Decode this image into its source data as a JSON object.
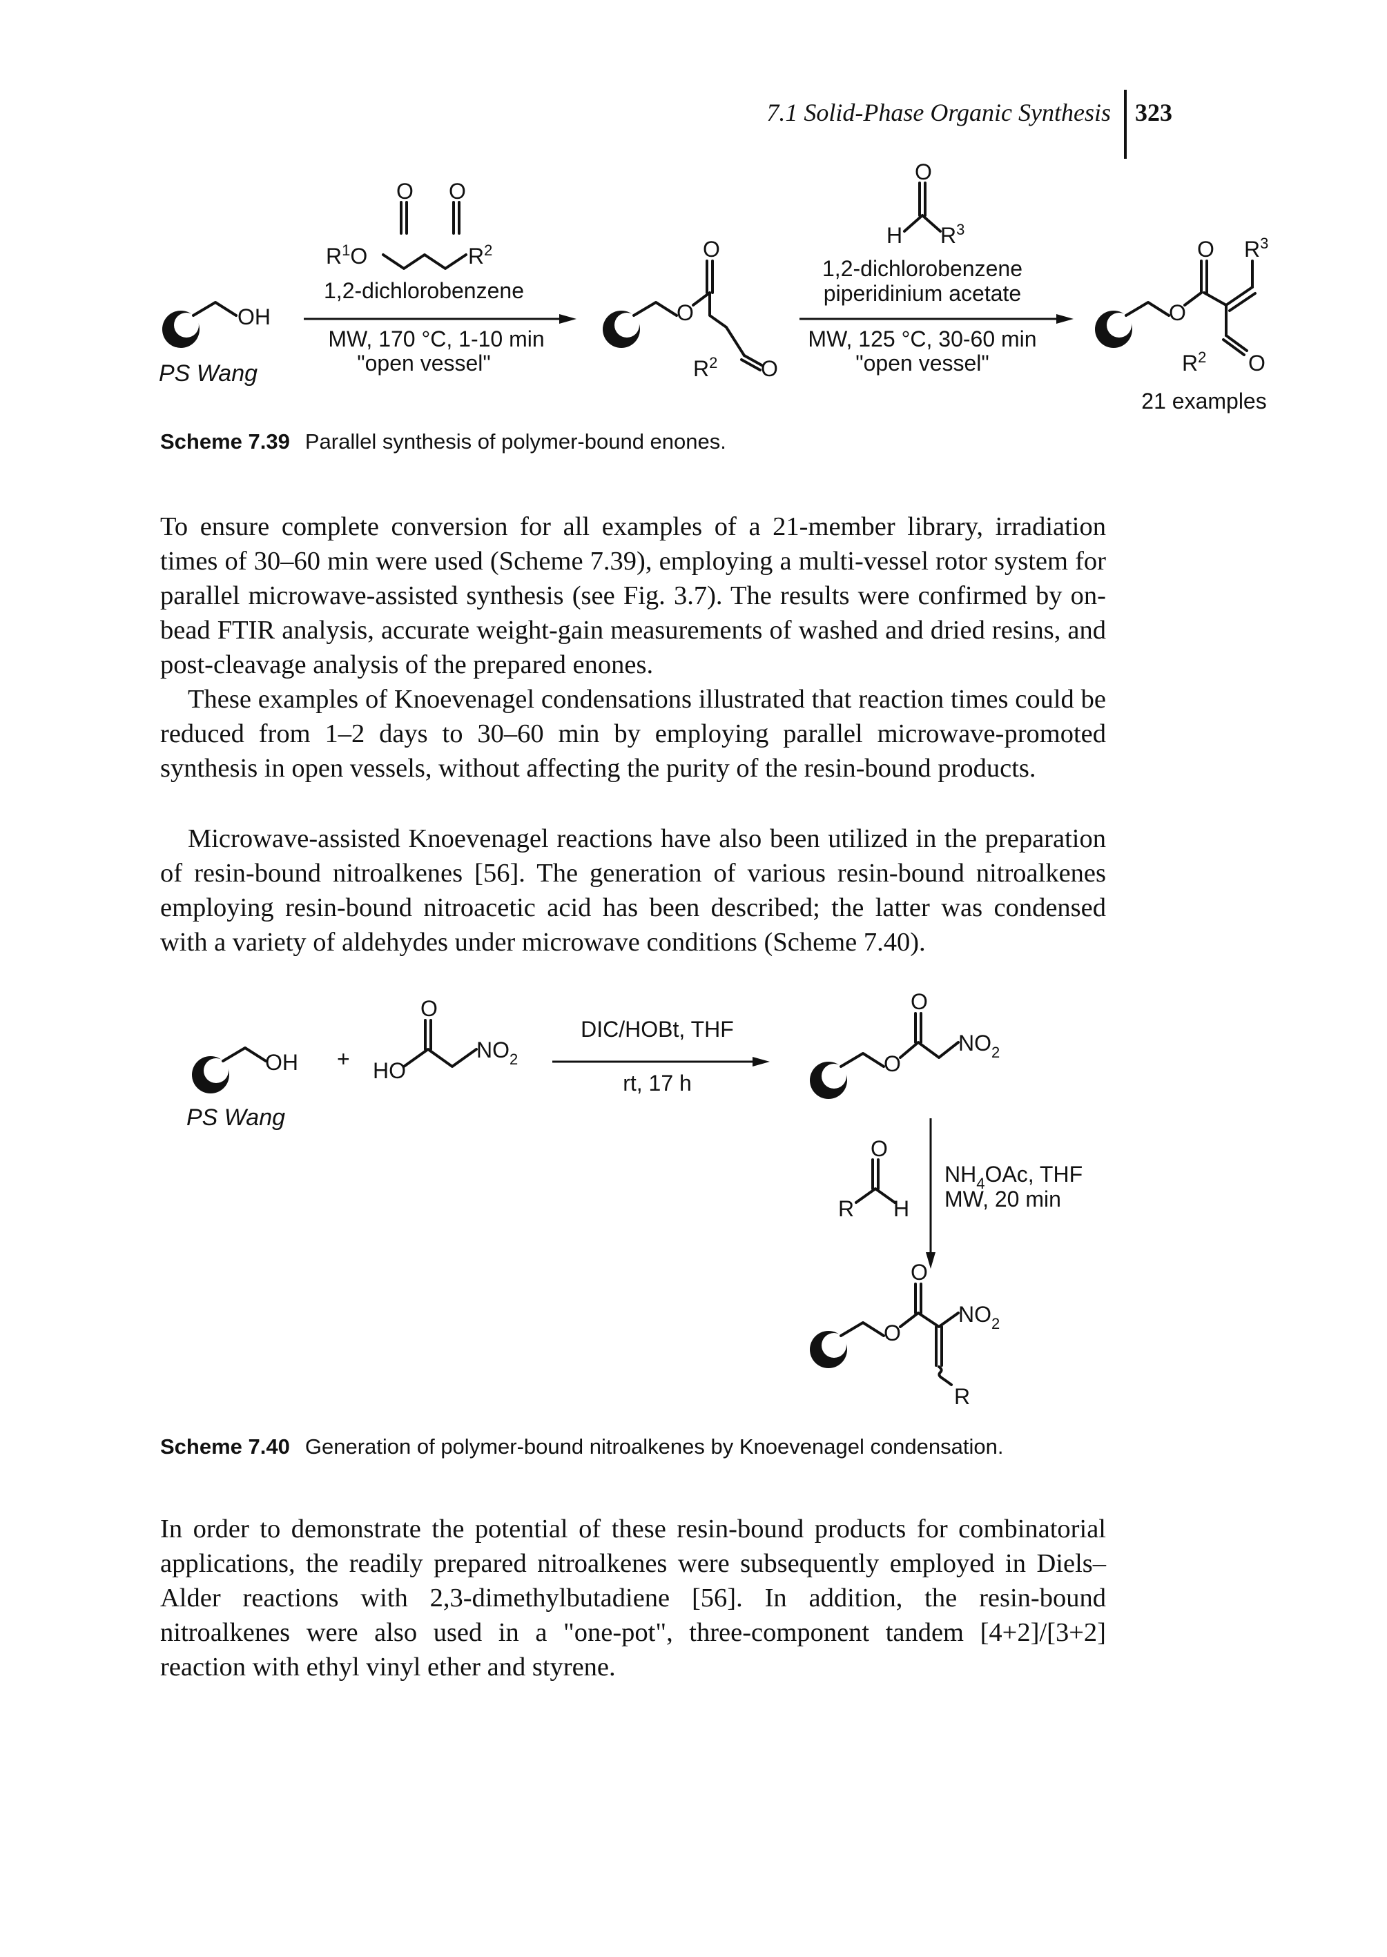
{
  "header": {
    "running_title": "7.1 Solid-Phase Organic Synthesis",
    "page_number": "323"
  },
  "scheme_739": {
    "resin_label": "PS Wang",
    "oh": "OH",
    "reagent1": {
      "name": "1,2-dichlorobenzene",
      "conditions": "MW, 170 °C, 1-10 min",
      "vessel": "\"open vessel\"",
      "sm_r1": "R",
      "sm_r1_sup": "1",
      "sm_o": "O",
      "sm_r2": "R",
      "sm_r2_sup": "2"
    },
    "reagent2": {
      "name1": "1,2-dichlorobenzene",
      "name2": "piperidinium acetate",
      "conditions": "MW, 125 °C, 30-60 min",
      "vessel": "\"open vessel\"",
      "h": "H",
      "r3": "R",
      "r3_sup": "3"
    },
    "atom_o": "O",
    "atom_r": "R",
    "sup2": "2",
    "sup3": "3",
    "product_note": "21 examples",
    "caption_num": "Scheme 7.39",
    "caption_text": "Parallel synthesis of polymer-bound enones."
  },
  "paragraphs": {
    "p1": "To ensure complete conversion for all examples of a 21-member library, irradiation times of 30–60 min were used (Scheme 7.39), employing a multi-vessel rotor system for parallel microwave-assisted synthesis (see Fig. 3.7). The results were confirmed by on-bead FTIR analysis, accurate weight-gain measurements of washed and dried resins, and post-cleavage analysis of the prepared enones.",
    "p2": "These examples of Knoevenagel condensations illustrated that reaction times could be reduced from 1–2 days to 30–60 min by employing parallel microwave-promoted synthesis in open vessels, without affecting the purity of the resin-bound products.",
    "p3": "Microwave-assisted Knoevenagel reactions have also been utilized in the preparation of resin-bound nitroalkenes [56]. The generation of various resin-bound nitroalkenes employing resin-bound nitroacetic acid has been described; the latter was condensed with a variety of aldehydes under microwave conditions (Scheme 7.40).",
    "p4": "In order to demonstrate the potential of these resin-bound products for combinatorial applications, the readily prepared nitroalkenes were subsequently employed in Diels–Alder reactions with 2,3-dimethylbutadiene [56]. In addition, the resin-bound nitroalkenes were also used in a \"one-pot\", three-component tandem [4+2]/[3+2] reaction with ethyl vinyl ether and styrene."
  },
  "scheme_740": {
    "resin_label": "PS Wang",
    "oh": "OH",
    "plus": "+",
    "ho": "HO",
    "o": "O",
    "no": "NO",
    "no_sub": "2",
    "reagent_top": "DIC/HOBt, THF",
    "reagent_bottom": "rt, 17 h",
    "aldehyde_r": "R",
    "aldehyde_h": "H",
    "mw_line1_a": "NH",
    "mw_line1_sub": "4",
    "mw_line1_b": "OAc, THF",
    "mw_line2": "MW, 20 min",
    "product_r": "R",
    "caption_num": "Scheme 7.40",
    "caption_text": "Generation of polymer-bound nitroalkenes by Knoevenagel condensation."
  }
}
